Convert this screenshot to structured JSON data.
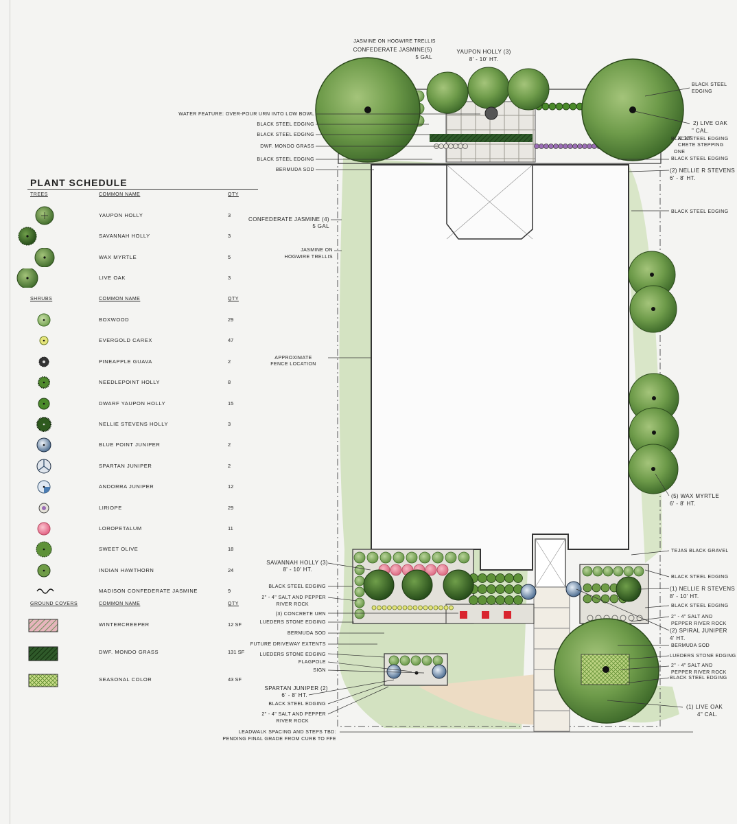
{
  "schedule": {
    "title": "PLANT SCHEDULE",
    "col_name": "COMMON NAME",
    "col_qty": "QTY",
    "groups": [
      {
        "heading": "TREES",
        "items": [
          {
            "name": "YAUPON HOLLY",
            "qty": "3",
            "icon": "yaupon-holly-icon"
          },
          {
            "name": "SAVANNAH HOLLY",
            "qty": "3",
            "icon": "savannah-holly-icon"
          },
          {
            "name": "WAX MYRTLE",
            "qty": "5",
            "icon": "wax-myrtle-icon"
          },
          {
            "name": "LIVE OAK",
            "qty": "3",
            "icon": "live-oak-icon"
          }
        ]
      },
      {
        "heading": "SHRUBS",
        "items": [
          {
            "name": "BOXWOOD",
            "qty": "29",
            "icon": "boxwood-icon"
          },
          {
            "name": "EVERGOLD CAREX",
            "qty": "47",
            "icon": "evergold-carex-icon"
          },
          {
            "name": "PINEAPPLE GUAVA",
            "qty": "2",
            "icon": "pineapple-guava-icon"
          },
          {
            "name": "NEEDLEPOINT HOLLY",
            "qty": "8",
            "icon": "needlepoint-holly-icon"
          },
          {
            "name": "DWARF YAUPON HOLLY",
            "qty": "15",
            "icon": "dwarf-yaupon-holly-icon"
          },
          {
            "name": "NELLIE STEVENS HOLLY",
            "qty": "3",
            "icon": "nellie-stevens-holly-icon"
          },
          {
            "name": "BLUE POINT JUNIPER",
            "qty": "2",
            "icon": "blue-point-juniper-icon"
          },
          {
            "name": "SPARTAN JUNIPER",
            "qty": "2",
            "icon": "spartan-juniper-icon"
          },
          {
            "name": "ANDORRA JUNIPER",
            "qty": "12",
            "icon": "andorra-juniper-icon"
          },
          {
            "name": "LIRIOPE",
            "qty": "29",
            "icon": "liriope-icon"
          },
          {
            "name": "LOROPETALUM",
            "qty": "11",
            "icon": "loropetalum-icon"
          },
          {
            "name": "SWEET OLIVE",
            "qty": "18",
            "icon": "sweet-olive-icon"
          },
          {
            "name": "INDIAN HAWTHORN",
            "qty": "24",
            "icon": "indian-hawthorn-icon"
          },
          {
            "name": "MADISON CONFEDERATE JASMINE",
            "qty": "9",
            "icon": "confederate-jasmine-icon"
          }
        ]
      },
      {
        "heading": "GROUND COVERS",
        "items": [
          {
            "name": "WINTERCREEPER",
            "qty": "12 SF",
            "icon": "wintercreeper-icon"
          },
          {
            "name": "DWF. MONDO GRASS",
            "qty": "131 SF",
            "icon": "mondo-grass-icon"
          },
          {
            "name": "SEASONAL COLOR",
            "qty": "43 SF",
            "icon": "seasonal-color-icon"
          }
        ]
      }
    ]
  },
  "labels": {
    "jasmine_trellis_top": "JASMINE ON HOGWIRE TRELLIS",
    "conf_jasmine_5": "CONFEDERATE JASMINE(5)",
    "five_gal_a": "5 GAL",
    "yaupon_3": "YAUPON HOLLY (3)",
    "yaupon_3_ht": "8' - 10' Ht.",
    "water_feature": "WATER FEATURE: OVER-POUR URN INTO LOW BOWL",
    "bse_1": "BLACK STEEL EDGING",
    "bse_2": "BLACK STEEL EDGING",
    "dwf_mondo": "DWF. MONDO GRASS",
    "bse_3": "BLACK STEEL EDGING",
    "bermuda_1": "BERMUDA SOD",
    "conf_jasmine_4": "CONFEDERATE JASMINE (4)",
    "five_gal_b": "5 GAL",
    "jasmine_trellis_side_1": "JASMINE ON",
    "jasmine_trellis_side_2": "HOGWIRE TRELLIS",
    "fence_1": "APPROXIMATE",
    "fence_2": "FENCE LOCATION",
    "savannah_3": "SAVANNAH HOLLY (3)",
    "savannah_3_ht": "8' - 10' Ht.",
    "bse_4": "BLACK STEEL EDGING",
    "salt_pepper_1a": "2\" - 4\" SALT AND PEPPER",
    "salt_pepper_1b": "RIVER ROCK",
    "concrete_urn": "(3) CONCRETE URN",
    "lueders_1": "LUEDERS STONE EDGING",
    "bermuda_2": "BERMUDA SOD",
    "driveway": "FUTURE DRIVEWAY EXTENTS",
    "lueders_2": "LUEDERS STONE EDGING",
    "flagpole": "FLAGPOLE",
    "sign": "SIGN",
    "spartan_2": "SPARTAN JUNIPER (2)",
    "spartan_2_ht": "6' - 8' Ht.",
    "bse_5": "BLACK STEEL EDGING",
    "salt_pepper_2a": "2\" - 4\" SALT AND PEPPER",
    "salt_pepper_2b": "RIVER ROCK",
    "leadwalk_1": "LEADWALK SPACING AND STEPS TBD:",
    "leadwalk_2": "PENDING FINAL GRADE FROM CURB TO FFE",
    "r_bse_1a": "BLACK STEEL",
    "r_bse_1b": "EDGING",
    "r_live_oak": "2) LIVE OAK",
    "r_cal": "\" Cal.",
    "r_x18": "x 18\"",
    "r_conc_step_1": "CRETE STEPPING",
    "r_conc_step_2": "ONE",
    "r_bse_2": "BLACK STEEL EDGING",
    "r_bse_3": "BLACK STEEL EDGING",
    "r_nellie_2": "(2) NELLIE R STEVENS",
    "r_nellie_2_ht": "6' - 8' Ht.",
    "r_bse_4": "BLACK STEEL EDGING",
    "r_wax_myrtle": "(5) WAX MYRTLE",
    "r_wax_ht": "6' - 8' Ht.",
    "r_tejas": "TEJAS BLACK GRAVEL",
    "r_bse_5": "BLACK STEEL EDGING",
    "r_nellie_1": "(1) NELLIE R STEVENS",
    "r_nellie_1_ht": "8' - 10' Ht.",
    "r_bse_6": "BLACK STEEL EDGING",
    "r_salt_a": "2\" - 4\" SALT AND",
    "r_salt_b": "PEPPER RIVER ROCK",
    "r_spiral": "(2) SPIRAL JUNIPER",
    "r_spiral_ht": "4' Ht.",
    "r_bermuda": "BERMUDA SOD",
    "r_lueders": "LUEDERS STONE EDGING",
    "r_salt2_a": "2\" - 4\" SALT AND",
    "r_salt2_b": "PEPPER RIVER ROCK",
    "r_bse_7": "BLACK STEEL EDGING",
    "r_live_oak_1": "(1) LIVE OAK",
    "r_live_oak_1_cal": "4\" Cal."
  }
}
